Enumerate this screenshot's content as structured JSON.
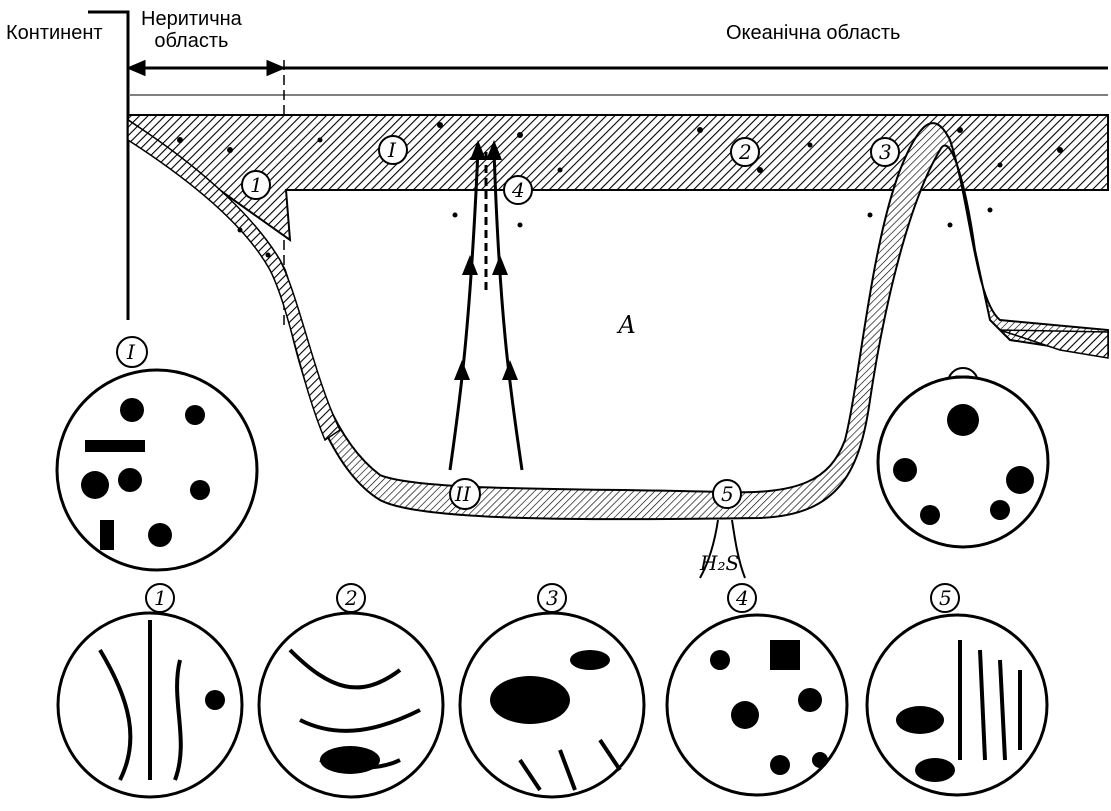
{
  "labels": {
    "continent": "Континент",
    "neritic_line1": "Неритична",
    "neritic_line2": "область",
    "oceanic": "Океанічна область",
    "deep_zone": "А"
  },
  "markers": {
    "zone_I": "I",
    "zone_II": "II",
    "roman_I": "I",
    "roman_II": "II",
    "n1": "1",
    "n2": "2",
    "n3": "3",
    "n4": "4",
    "n5": "5",
    "h2s": "H₂S"
  },
  "colors": {
    "ink": "#000000",
    "paper": "#ffffff"
  },
  "icons": [
    "hatched-water-layer",
    "seafloor-band",
    "upwelling-arrows",
    "organism-circle"
  ]
}
